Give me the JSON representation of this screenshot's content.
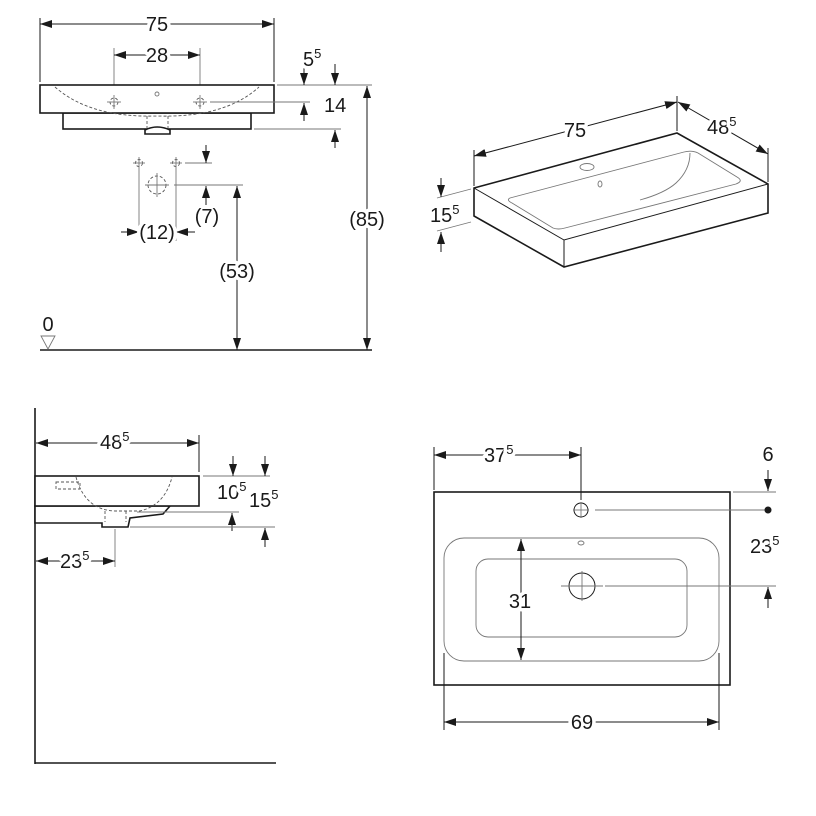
{
  "front_view": {
    "width": "75",
    "tap_hole_spacing": "28",
    "rim_offset": {
      "base": "5",
      "sup": "5"
    },
    "tap_height": "14",
    "rim_height": "(85)",
    "supply_spacing": "(12)",
    "supply_offset": "(7)",
    "waste_height": "(53)",
    "floor_level": "0"
  },
  "perspective_view": {
    "width": "75",
    "depth": {
      "base": "48",
      "sup": "5"
    },
    "height": {
      "base": "15",
      "sup": "5"
    }
  },
  "side_view": {
    "depth": {
      "base": "48",
      "sup": "5"
    },
    "bowl_height": {
      "base": "10",
      "sup": "5"
    },
    "total_height": {
      "base": "15",
      "sup": "5"
    },
    "waste_offset": {
      "base": "23",
      "sup": "5"
    }
  },
  "top_view": {
    "tap_offset_x": {
      "base": "37",
      "sup": "5"
    },
    "tap_offset_y": "6",
    "drain_offset_y": {
      "base": "23",
      "sup": "5"
    },
    "bowl_depth": "31",
    "bowl_width": "69"
  }
}
